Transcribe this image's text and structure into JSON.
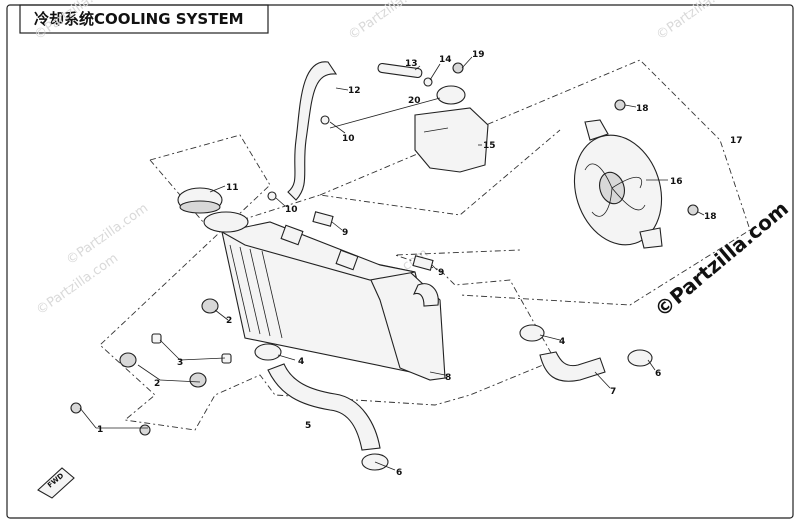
{
  "title": "冷却系统COOLING SYSTEM",
  "watermark": "©Partzilla.com",
  "forward_label": "FWD",
  "callouts": [
    {
      "id": "c1",
      "label": "1"
    },
    {
      "id": "c2a",
      "label": "2"
    },
    {
      "id": "c2b",
      "label": "2"
    },
    {
      "id": "c3",
      "label": "3"
    },
    {
      "id": "c4a",
      "label": "4"
    },
    {
      "id": "c4b",
      "label": "4"
    },
    {
      "id": "c5",
      "label": "5"
    },
    {
      "id": "c6a",
      "label": "6"
    },
    {
      "id": "c6b",
      "label": "6"
    },
    {
      "id": "c7",
      "label": "7"
    },
    {
      "id": "c8",
      "label": "8"
    },
    {
      "id": "c9a",
      "label": "9"
    },
    {
      "id": "c9b",
      "label": "9"
    },
    {
      "id": "c10a",
      "label": "10"
    },
    {
      "id": "c10b",
      "label": "10"
    },
    {
      "id": "c11",
      "label": "11"
    },
    {
      "id": "c12",
      "label": "12"
    },
    {
      "id": "c13",
      "label": "13"
    },
    {
      "id": "c14",
      "label": "14"
    },
    {
      "id": "c15",
      "label": "15"
    },
    {
      "id": "c16",
      "label": "16"
    },
    {
      "id": "c17",
      "label": "17"
    },
    {
      "id": "c18a",
      "label": "18"
    },
    {
      "id": "c18b",
      "label": "18"
    },
    {
      "id": "c19",
      "label": "19"
    },
    {
      "id": "c20",
      "label": "20"
    }
  ]
}
